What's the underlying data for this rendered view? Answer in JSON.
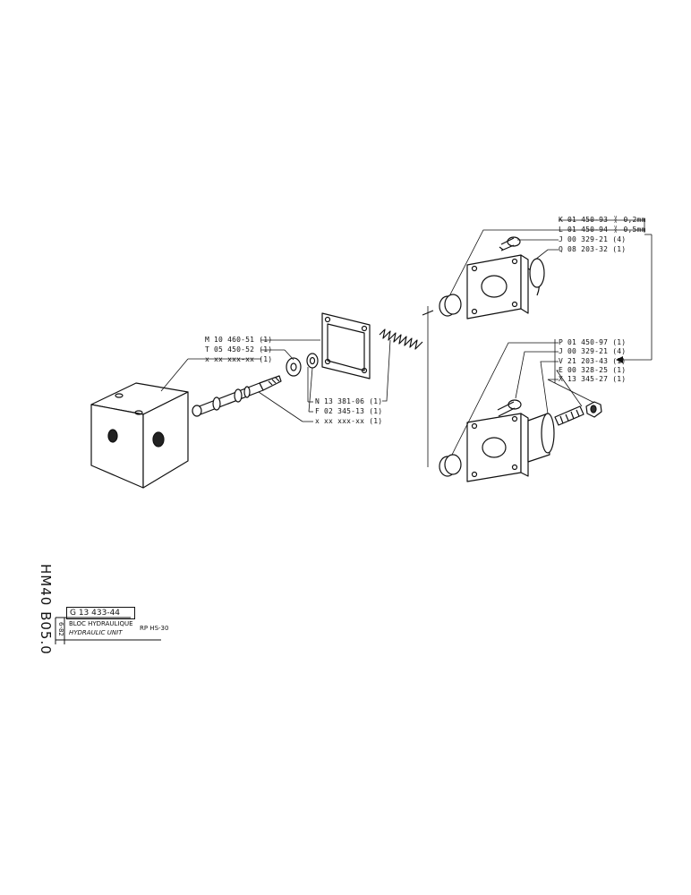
{
  "sheet": {
    "side_code": "HM40  B05.0",
    "date_code": "6-82",
    "drawing_number": "G 13 433-44",
    "title_fr": "BLOC HYDRAULIQUE",
    "title_en": "HYDRAULIC UNIT",
    "model": "RP HS-30"
  },
  "callouts": {
    "m": "M 10 460-51 (1)",
    "t": "T 05 450-52 (1)",
    "x1": "x xx xxx-xx (1)",
    "n": "N 13 381-06 (1)",
    "f": "F 02 345-13 (1)",
    "x2": "x xx xxx-xx (1)",
    "k": "K 01 450-93",
    "k_frac_top": "V",
    "k_frac_bot": "X",
    "k_size": "0,2mm",
    "l": "L 01 450-94",
    "l_frac_top": "V",
    "l_frac_bot": "X",
    "l_size": "0,5mm",
    "j1": "J 00 329-21 (4)",
    "q": "Q 08 203-32 (1)",
    "p": "P 01 450-97 (1)",
    "j2": "J 00 329-21 (4)",
    "v": "V 21 203-43 (1)",
    "e": "E 00 328-25 (1)",
    "x3": "X 13 345-27 (1)"
  }
}
